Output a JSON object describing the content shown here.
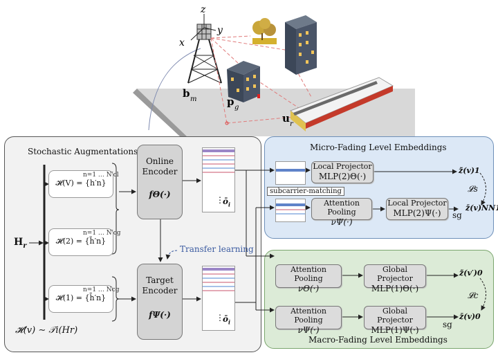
{
  "scene": {
    "axis_z": "z",
    "axis_x": "x",
    "axis_y": "y",
    "bm": "b",
    "bm_sub": "m",
    "pg": "p",
    "pg_sub": "g",
    "ur": "u",
    "ur_sub": "r"
  },
  "left_panel": {
    "title": "Stochastic Augmentations",
    "input": "H",
    "input_sub": "r",
    "aug_V": "𝓗(V) = {h′n}",
    "aug_2": "𝓗(2) = {h̃′n}",
    "aug_1": "𝓗(1) = {h̄′n}",
    "aug_V_range": "n=1 … N′cl",
    "aug_2_range": "n=1 … N′cg",
    "aug_1_range": "n=1 … Ncg",
    "bottom_formula": "𝓗(v) ∼ 𝒯i(Hr)",
    "online_encoder": "Online\nEncoder",
    "online_fn": "fΘ(·)",
    "target_encoder": "Target\nEncoder",
    "target_fn": "fΨ(·)",
    "transfer": "Transfer learning",
    "emb_dots": "⋮",
    "emb_o": "ō",
    "emb_o_sub": "i"
  },
  "micro": {
    "title": "Micro-Fading Level Embeddings",
    "local_proj1_title": "Local Projector",
    "local_proj1_fn": "MLP(2)Θ(·)",
    "subcarrier": "subcarrier-matching",
    "attn_title": "Attention Pooling",
    "attn_fn": "νΨ(·)",
    "local_proj2_title": "Local Projector",
    "local_proj2_fn": "MLP(2)Ψ(·)",
    "sg": "sg",
    "out_top": "z̃(v)1",
    "out_bottom": "z̄(v)NN1",
    "loss": "𝓛s"
  },
  "macro": {
    "title": "Macro-Fading Level Embeddings",
    "attn1_title": "Attention Pooling",
    "attn1_fn": "νΘ(·)",
    "glob1_title": "Global Projector",
    "glob1_fn": "MLP(1)Θ(·)",
    "attn2_title": "Attention Pooling",
    "attn2_fn": "νΨ(·)",
    "glob2_title": "Global Projector",
    "glob2_fn": "MLP(1)Ψ(·)",
    "sg": "sg",
    "out_top": "z̃(v′)0",
    "out_bottom": "z̄(v)0",
    "loss": "𝓛c"
  },
  "colors": {
    "micro_bg": "#dce8f6",
    "macro_bg": "#dcebd7",
    "emb_blue": "#5f83c9",
    "emb_purple": "#9b86c7",
    "emb_pink": "#e4a9b5",
    "emb_lightblue": "#a6c1e8"
  }
}
